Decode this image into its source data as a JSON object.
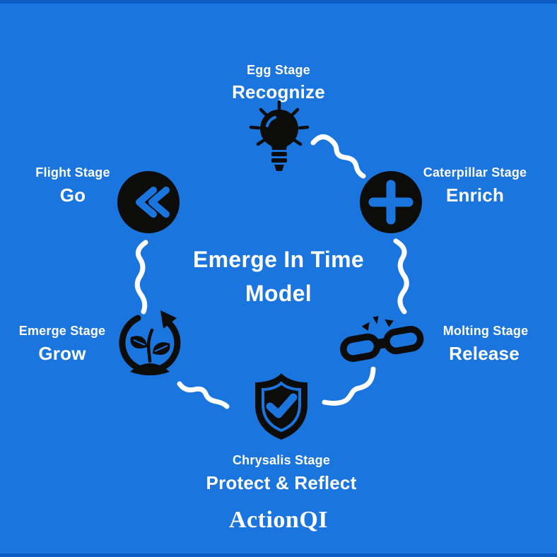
{
  "background": {
    "color": "#1b75df",
    "edge_strip_color": "#0d5cc3",
    "icon_color": "#0c0c0a",
    "text_color": "#ffffff",
    "connector_color": "#ffffff"
  },
  "title": {
    "line1": "Emerge In Time",
    "line2": "Model"
  },
  "logo": {
    "text": "ActionQI"
  },
  "stages": [
    {
      "id": "egg",
      "label": "Egg Stage",
      "action": "Recognize",
      "icon": "lightbulb-icon"
    },
    {
      "id": "caterpillar",
      "label": "Caterpillar Stage",
      "action": "Enrich",
      "icon": "plus-circle-icon"
    },
    {
      "id": "molting",
      "label": "Molting Stage",
      "action": "Release",
      "icon": "broken-chain-icon"
    },
    {
      "id": "chrysalis",
      "label": "Chrysalis Stage",
      "action": "Protect & Reflect",
      "icon": "shield-check-icon"
    },
    {
      "id": "emerge",
      "label": "Emerge Stage",
      "action": "Grow",
      "icon": "plant-growth-cycle-icon"
    },
    {
      "id": "flight",
      "label": "Flight Stage",
      "action": "Go",
      "icon": "rewind-chevrons-icon"
    }
  ],
  "connectors": [
    "egg-to-caterpillar",
    "caterpillar-to-molting",
    "molting-to-chrysalis",
    "chrysalis-to-emerge",
    "emerge-to-flight"
  ]
}
